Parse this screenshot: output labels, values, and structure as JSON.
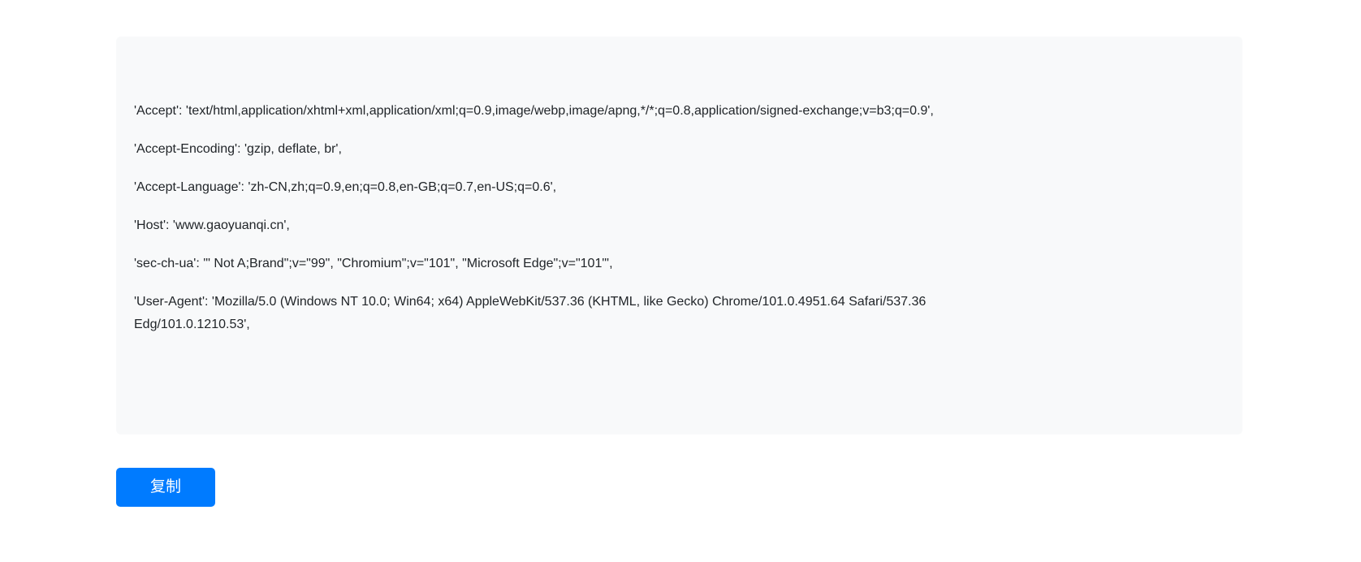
{
  "page": {
    "background": "#ffffff"
  },
  "headers_panel": {
    "background": "#f8f9fa",
    "text_color": "#212529",
    "paragraphs": [
      [
        "'Accept': 'text/html,application/xhtml+xml,application/xml;q=0.9,image/webp,image/apng,*/*;q=0.8,application/signed-exchange;v=b3;q=0.9',"
      ],
      [
        "'Accept-Encoding': 'gzip, deflate, br',"
      ],
      [
        "'Accept-Language': 'zh-CN,zh;q=0.9,en;q=0.8,en-GB;q=0.7,en-US;q=0.6',"
      ],
      [
        "'Host': 'www.gaoyuanqi.cn',"
      ],
      [
        "'sec-ch-ua': '\" Not A;Brand\";v=\"99\", \"Chromium\";v=\"101\", \"Microsoft Edge\";v=\"101\"',"
      ],
      [
        "'User-Agent': 'Mozilla/5.0 (Windows NT 10.0; Win64; x64) AppleWebKit/537.36 (KHTML, like Gecko) Chrome/101.0.4951.64 Safari/537.36",
        "Edg/101.0.1210.53',"
      ]
    ]
  },
  "copy_button": {
    "label": "复制",
    "background": "#007bff",
    "text_color": "#ffffff"
  }
}
